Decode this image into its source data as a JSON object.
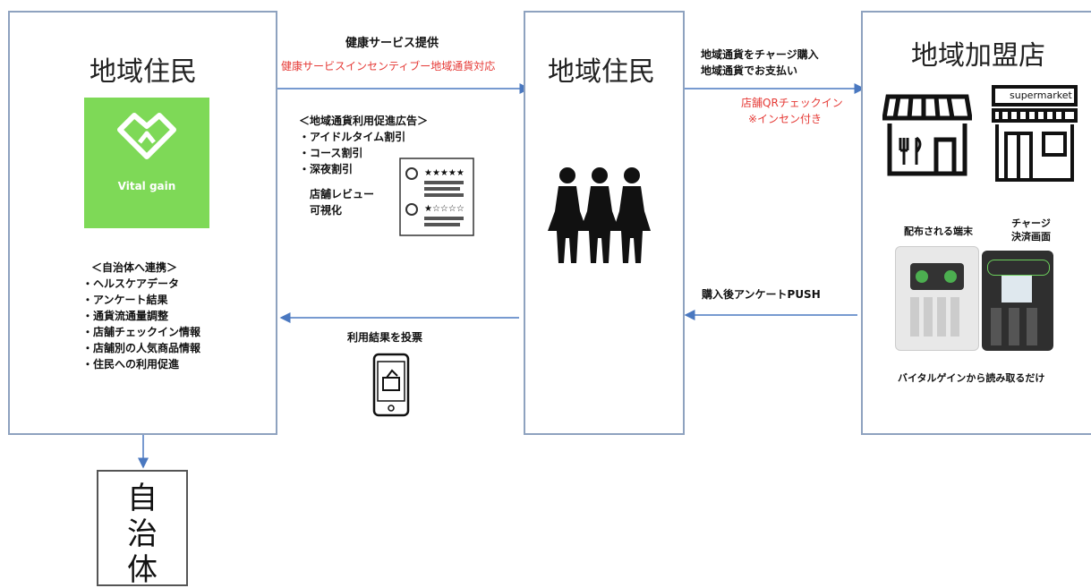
{
  "left_box": {
    "title": "地域住民",
    "logo_text": "Vital gain",
    "list": [
      "＜自治体へ連携＞",
      "・ヘルスケアデータ",
      "・アンケート結果",
      "・通貨流通量調整",
      "・店舗チェックイン情報",
      "・店舗別の人気商品情報",
      "・住民への利用促進"
    ]
  },
  "center_box": {
    "title": "地域住民"
  },
  "right_box": {
    "title": "地域加盟店",
    "store_sign": "supermarket",
    "terminal_label": "配布される端末",
    "charge_label": "チャージ\n決済画面",
    "caption": "バイタルゲインから読み取るだけ"
  },
  "top_left_arrow": {
    "label": "健康サービス提供",
    "sublabel": "健康サービスインセンティブー地域通貨対応"
  },
  "promo": {
    "list": [
      "＜地域通貨利用促進広告＞",
      "・アイドルタイム割引",
      "・コース割引",
      "・深夜割引"
    ],
    "review_label": [
      "店舗レビュー",
      "可視化"
    ]
  },
  "bottom_left_arrow": {
    "label": "利用結果を投票"
  },
  "top_right_arrow": {
    "label": [
      "地域通貨をチャージ購入",
      "地域通貨でお支払い"
    ],
    "sublabel": [
      "店舗QRチェックイン",
      "※インセン付き"
    ]
  },
  "bottom_right_arrow": {
    "label": "購入後アンケートPUSH"
  },
  "jichitai": {
    "label": "自\n治\n体"
  },
  "colors": {
    "arrow": "#4a78c0",
    "border": "#8ea2bf",
    "logo": "#7ed957",
    "red": "#e53935"
  }
}
